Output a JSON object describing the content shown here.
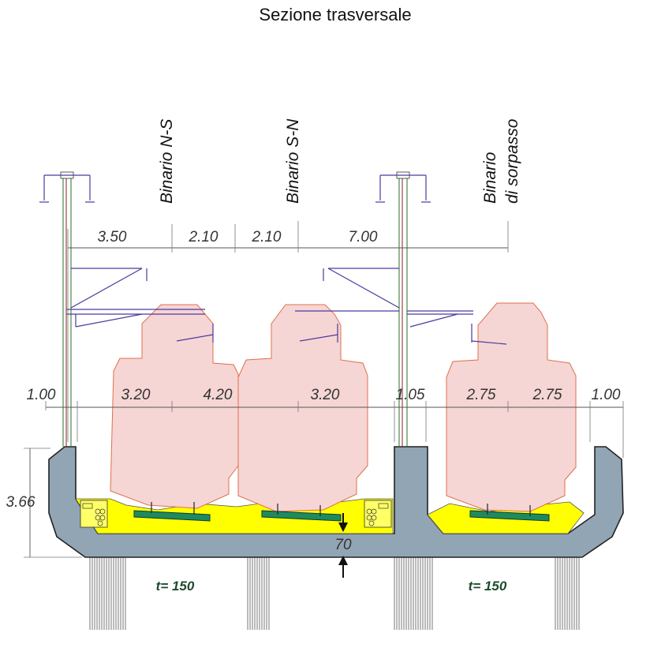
{
  "title": "Sezione trasversale",
  "tracks": [
    {
      "label": "Binario N-S"
    },
    {
      "label": "Binario S-N"
    },
    {
      "line1": "Binario",
      "line2": "di sorpasso"
    }
  ],
  "dims_top": [
    "3.50",
    "2.10",
    "2.10",
    "7.00"
  ],
  "dims_mid": [
    "1.00",
    "3.20",
    "4.20",
    "3.20",
    "1.05",
    "2.75",
    "2.75",
    "1.00"
  ],
  "dim_height": "3.66",
  "slab_thickness": "70",
  "pile_labels": [
    "t= 150",
    "t= 150"
  ],
  "colors": {
    "deck": "#91a5b4",
    "ballast": "#ffff00",
    "gauge": "#f6d5d5",
    "sleeper": "#1f8a60",
    "catenary": "#4a3aa0"
  }
}
